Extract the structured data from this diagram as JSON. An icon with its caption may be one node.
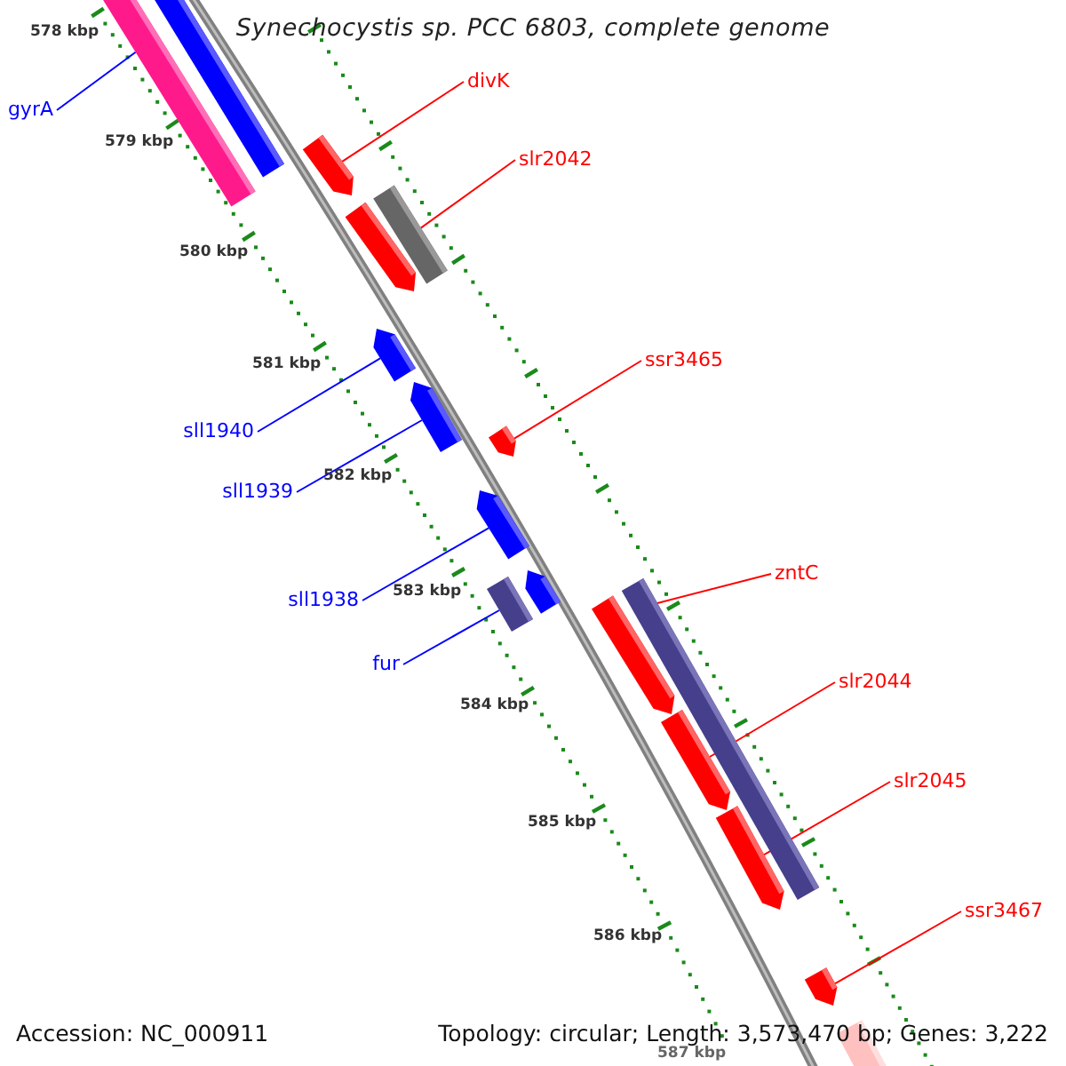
{
  "diagram": {
    "title": "Synechocystis sp. PCC 6803, complete genome",
    "nodes": [
      {
        "text": [
          "gyrA"
        ]
      },
      {
        "text": [
          "divK"
        ]
      },
      {
        "text": [
          "slr2042"
        ]
      },
      {
        "text": [
          "ssr3465"
        ]
      },
      {
        "text": [
          "sll1940"
        ]
      },
      {
        "text": [
          "sll1939"
        ]
      },
      {
        "text": [
          "sll1938"
        ]
      },
      {
        "text": [
          "fur"
        ]
      },
      {
        "text": [
          "zntC"
        ]
      },
      {
        "text": [
          "slr2044"
        ]
      },
      {
        "text": [
          "slr2045"
        ]
      },
      {
        "text": [
          "ssr3467"
        ]
      },
      {
        "text": [],
        "shape": "bar"
      },
      {
        "text": [],
        "shape": "bar"
      },
      {
        "text": [],
        "shape": "bar"
      },
      {
        "text": [],
        "shape": "bar"
      },
      {
        "text": [],
        "shape": "bar"
      },
      {
        "text": [],
        "shape": "bar"
      },
      {
        "text": [],
        "shape": "bar"
      },
      {
        "text": [],
        "shape": "bar"
      },
      {
        "text": [],
        "shape": "bar"
      },
      {
        "text": [],
        "shape": "bar"
      },
      {
        "text": [],
        "shape": "bar"
      },
      {
        "text": [],
        "shape": "bar"
      },
      {
        "text": [],
        "shape": "bar"
      },
      {
        "text": [],
        "shape": "bar"
      },
      {
        "text": [],
        "shape": "bar"
      },
      {
        "text": [],
        "shape": "bar"
      },
      {
        "text": [],
        "shape": "bar"
      }
    ],
    "edges": [
      {
        "from": 0,
        "to": 12,
        "arrow": "none",
        "color": "#0000ff"
      },
      {
        "from": 1,
        "to": 14,
        "arrow": "none"
      },
      {
        "from": 2,
        "to": 16,
        "arrow": "none"
      },
      {
        "from": 3,
        "to": 17,
        "arrow": "none"
      },
      {
        "from": 4,
        "to": 18,
        "arrow": "none",
        "color": "#0000ff"
      },
      {
        "from": 5,
        "to": 19,
        "arrow": "none",
        "color": "#0000ff"
      },
      {
        "from": 6,
        "to": 20,
        "arrow": "none",
        "color": "#0000ff"
      },
      {
        "from": 7,
        "to": 21,
        "arrow": "none",
        "color": "#0000ff"
      },
      {
        "from": 8,
        "to": 23,
        "arrow": "none"
      },
      {
        "from": 9,
        "to": 25,
        "arrow": "none"
      },
      {
        "from": 10,
        "to": 26,
        "arrow": "none"
      },
      {
        "from": 11,
        "to": 27,
        "arrow": "none"
      }
    ],
    "labels": [
      "578 kbp",
      "579 kbp",
      "580 kbp",
      "581 kbp",
      "582 kbp",
      "583 kbp",
      "584 kbp",
      "585 kbp",
      "586 kbp",
      "587 kbp",
      "Accession: NC_000911",
      "Topology: circular; Length: 3,573,470 bp; Genes: 3,222"
    ]
  }
}
